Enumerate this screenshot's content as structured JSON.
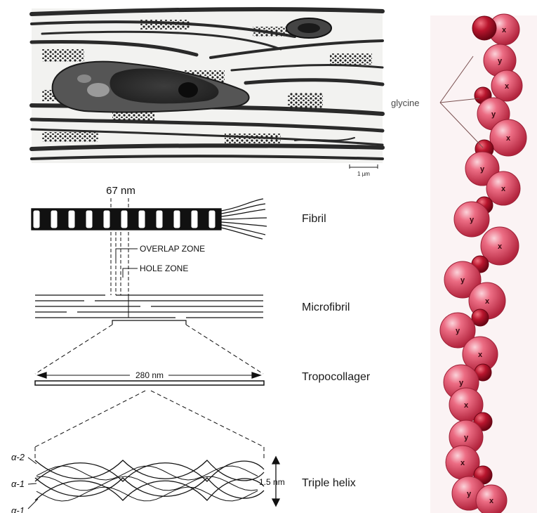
{
  "micrograph": {
    "scale_label": "1 µm"
  },
  "fibril_diagram": {
    "period_label": "67 nm",
    "overlap_zone_label": "OVERLAP ZONE",
    "hole_zone_label": "HOLE ZONE",
    "length_label": "280 nm",
    "width_label": "1.5 nm",
    "chain_labels": [
      "α-2",
      "α-1",
      "α-1"
    ]
  },
  "levels": {
    "fibril": "Fibril",
    "microfibril": "Microfibril",
    "tropocollagen": "Tropocollager",
    "triple_helix": "Triple helix"
  },
  "helix_model": {
    "glycine_label": "glycine",
    "residue_x": "x",
    "residue_y": "y",
    "colors": {
      "residue_fill": "#e0506a",
      "glycine_fill": "#b0152c",
      "background": "#fbf3f4"
    }
  }
}
